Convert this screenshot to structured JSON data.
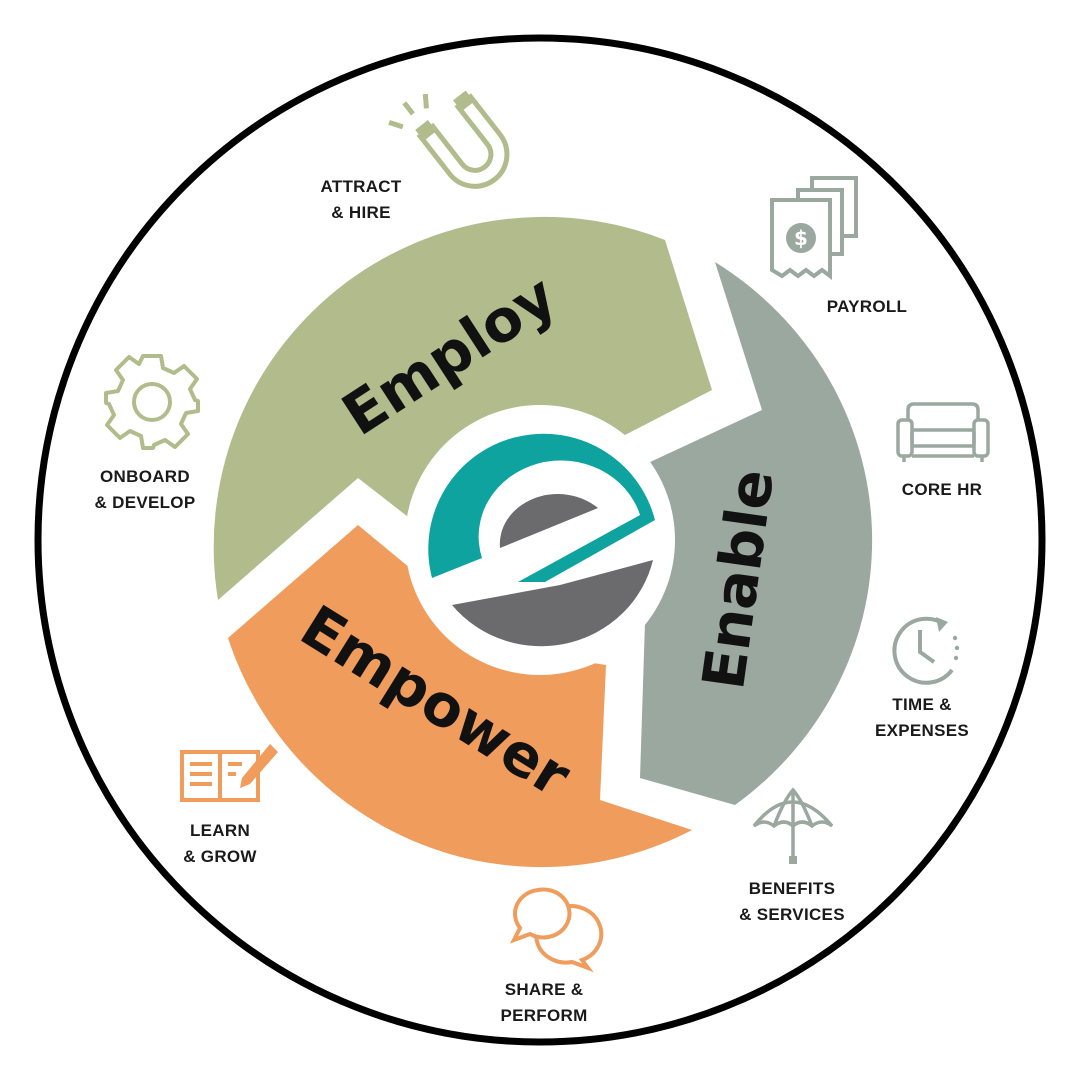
{
  "colors": {
    "employ": "#b2bb8c",
    "enable": "#9aa8a0",
    "empower": "#ef9c5c",
    "logo_teal": "#0fa3a0",
    "logo_gray": "#6b6b6d",
    "ring": "#000000",
    "icon_green": "#b2bb8c",
    "icon_gray": "#9aa8a0",
    "icon_orange": "#ef9c5c"
  },
  "segments": {
    "employ": "Employ",
    "enable": "Enable",
    "empower": "Empower"
  },
  "logo": {
    "icon": "letter-e-logo-icon"
  },
  "items": {
    "attract": {
      "line1": "ATTRACT",
      "line2": "& HIRE",
      "icon": "magnet-icon"
    },
    "payroll": {
      "line1": "PAYROLL",
      "icon": "paycheck-icon"
    },
    "corehr": {
      "line1": "CORE HR",
      "icon": "sofa-icon"
    },
    "time": {
      "line1": "TIME &",
      "line2": "EXPENSES",
      "icon": "clock-icon"
    },
    "benefits": {
      "line1": "BENEFITS",
      "line2": "& SERVICES",
      "icon": "umbrella-icon"
    },
    "share": {
      "line1": "SHARE &",
      "line2": "PERFORM",
      "icon": "speech-bubbles-icon"
    },
    "learn": {
      "line1": "LEARN",
      "line2": "& GROW",
      "icon": "open-book-pencil-icon"
    },
    "onboard": {
      "line1": "ONBOARD",
      "line2": "& DEVELOP",
      "icon": "gear-icon"
    }
  }
}
